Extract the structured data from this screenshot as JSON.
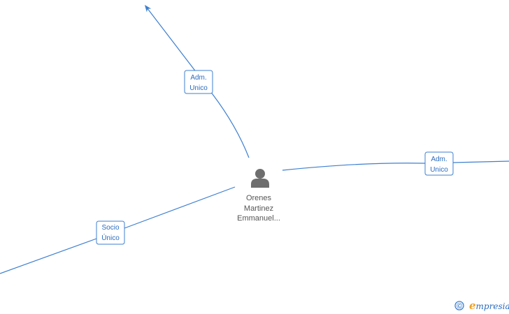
{
  "center_node": {
    "name_lines": [
      "Orenes",
      "Martinez",
      "Emmanuel..."
    ],
    "icon": "person-icon"
  },
  "edges": [
    {
      "id": "edge-top",
      "label_lines": [
        "Adm.",
        "Unico"
      ],
      "arrow": true
    },
    {
      "id": "edge-right",
      "label_lines": [
        "Adm.",
        "Unico"
      ],
      "arrow": false
    },
    {
      "id": "edge-left",
      "label_lines": [
        "Socio",
        "Único"
      ],
      "arrow": false
    }
  ],
  "footer": {
    "copyright_symbol": "©",
    "brand_initial": "e",
    "brand_rest": "mpresia"
  },
  "colors": {
    "edge": "#3d7fd0",
    "label_text": "#2a6cc0",
    "node_text": "#555555",
    "icon": "#6e6e6e",
    "brand_accent": "#f0a020"
  }
}
